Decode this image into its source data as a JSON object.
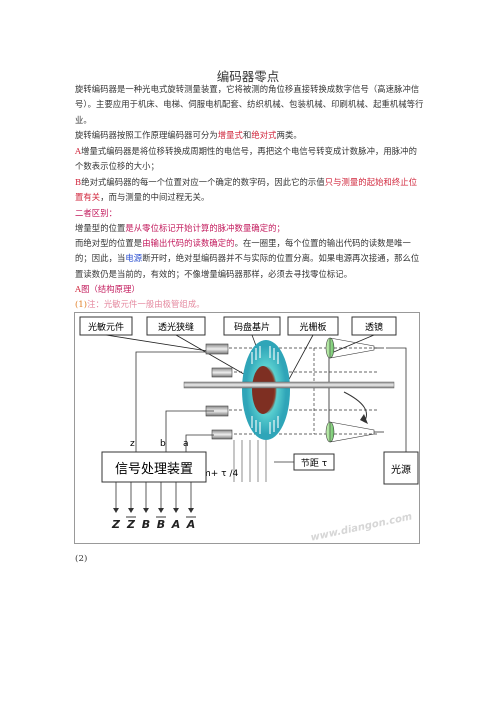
{
  "doc": {
    "title": "编码器零点",
    "p1": "旋转编码器是一种光电式旋转测量装置，它将被测的角位移直接转换成数字信号（高速脉冲信号）。主要应用于机床、电梯、伺服电机配套、纺织机械、包装机械、印刷机械、起重机械等行业。",
    "p2_a": "旋转编码器按照工作原理编码器可分为",
    "p2_b": "增量式",
    "p2_c": "和",
    "p2_d": "绝对式",
    "p2_e": "两类。",
    "p3_a": "A",
    "p3_b": "增量式编码器是将位移转换成周期性的电信号，再把这个电信号转变成计数脉冲，用脉冲的个数表示位移的大小；",
    "p4_a": "B",
    "p4_b": "绝对式编码器的每一个位置对应一个确定的数字码，因此它的示值",
    "p4_c": "只与测量的起始和终止位置有关",
    "p4_d": "，而与测量的中间过程无关。",
    "p5": "二者区别：",
    "p6_a": "增量型的位置",
    "p6_b": "是从零位标记开始计算的脉冲数量确定的；",
    "p7_a": "而绝对型的位置是",
    "p7_b": "由输出代码的读数确定的",
    "p7_c": "。在一圈里，每个位置的输出代码的读数是唯一的；因此，当",
    "p7_d": "电源",
    "p7_e": "断开时，绝对型编码器并不与实际的位置分离。如果电源再次接通，那么位置读数仍是当前的，有效的；不像增量编码器那样，必须去寻找零位标记。",
    "p8_a": "A",
    "p8_b": "图（结构原理）",
    "p9_a": "(1)",
    "p9_b": "注：光敏元件一般由极管组成。",
    "p10": "(2)"
  },
  "figure": {
    "labels": {
      "photo": "光敏元件",
      "slit": "透光狭缝",
      "disk": "码盘基片",
      "grating": "光栅板",
      "lens": "透镜",
      "source": "光源",
      "processor": "信号处理装置",
      "pitch": "节距 τ",
      "formula": "m+ τ /4",
      "z": "z",
      "b": "b",
      "a": "a"
    },
    "outputs": [
      "Z",
      "Z",
      "B",
      "B",
      "A",
      "A"
    ],
    "watermark": "www.diangon.com"
  }
}
